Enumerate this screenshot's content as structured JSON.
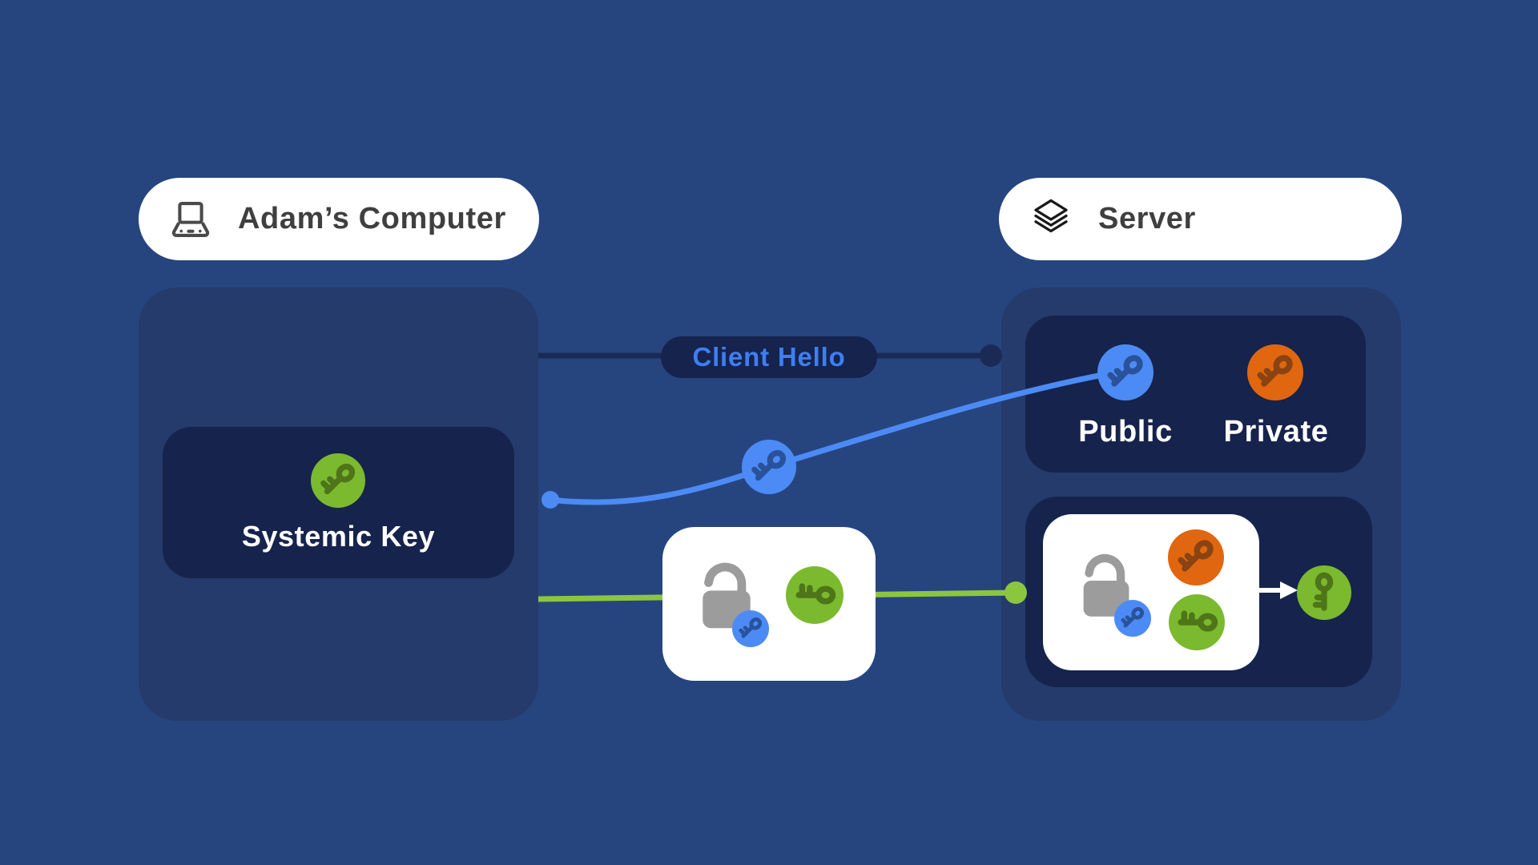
{
  "client_pill": {
    "label": "Adam’s Computer",
    "icon": "laptop-icon"
  },
  "server_pill": {
    "label": "Server",
    "icon": "layers-icon"
  },
  "client_box": {
    "key_label": "Systemic Key"
  },
  "server_box": {
    "public_label": "Public",
    "private_label": "Private"
  },
  "message_badge": {
    "label": "Client Hello"
  },
  "icons": [
    "laptop-icon",
    "layers-icon",
    "key-icon",
    "open-lock-icon",
    "arrow-right-icon"
  ],
  "colors": {
    "background": "#26457F",
    "container": "#243B6C",
    "panel": "#16234D",
    "white": "#FFFFFF",
    "blue": "#4C8BF5",
    "blue_key": "#2A529B",
    "navy_line": "#1B2A55",
    "green": "#7BB92E",
    "green_line": "#8CC63F",
    "green_key": "#4E7519",
    "orange": "#E0670F",
    "orange_key": "#8A4312",
    "gray_lock": "#9C9C9C",
    "pill_text": "#3F3F3F",
    "badge_text": "#3E7EF2"
  }
}
